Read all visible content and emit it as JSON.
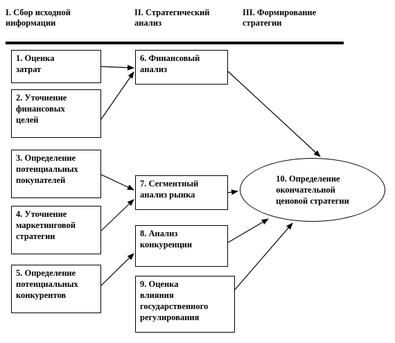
{
  "headers": {
    "col1": "I. Сбор исходной\nинформации",
    "col2": "II. Стратегический\nанализ",
    "col3": "III. Формирование\nстратегии"
  },
  "nodes": {
    "n1": "1. Оценка\nзатрат",
    "n2": "2. Уточнение\nфинансовых\nцелей",
    "n3": "3. Определение\nпотенциальных\nпокупателей",
    "n4": "4. Уточнение\nмаркетинговой\nстратегии",
    "n5": "5. Определение\nпотенциальных\nконкурентов",
    "n6": "6. Финансовый\nанализ",
    "n7": "7. Сегментный\nанализ рынка",
    "n8": "8. Анализ\nконкуренции",
    "n9": "9. Оценка\nвлияния\nгосударственного\nрегулирования",
    "n10": "10. Определение\nокончательной\nценовой стратегии"
  },
  "edges": [
    {
      "from": "n1",
      "to": "n6"
    },
    {
      "from": "n2",
      "to": "n6"
    },
    {
      "from": "n3",
      "to": "n7"
    },
    {
      "from": "n4",
      "to": "n7"
    },
    {
      "from": "n5",
      "to": "n8"
    },
    {
      "from": "n6",
      "to": "n10"
    },
    {
      "from": "n7",
      "to": "n10"
    },
    {
      "from": "n8",
      "to": "n10"
    },
    {
      "from": "n9",
      "to": "n10"
    }
  ]
}
